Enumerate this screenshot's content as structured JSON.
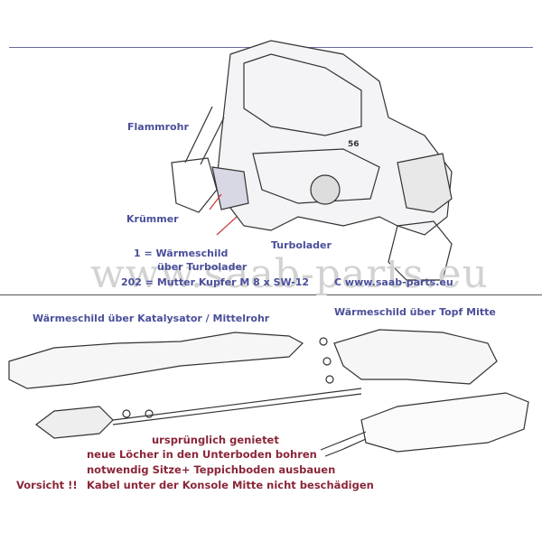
{
  "watermark": "www.saab-parts.eu",
  "engine_section": {
    "labels": {
      "flammrohr": "Flammrohr",
      "kruemmer": "Krümmer",
      "turbolader": "Turbolader",
      "item1_line1": "1  =  Wärmeschild",
      "item1_line2": "über Turbolader",
      "item202": "202   = Mutter Kupfer  M 8 x SW-12",
      "copyright": "C   www.saab-parts.eu",
      "callout_56": "56"
    }
  },
  "exhaust_section": {
    "title_left": "Wärmeschild über Katalysator / Mittelrohr",
    "title_right": "Wärmeschild über Topf Mitte",
    "notes": {
      "line1": "ursprünglich genietet",
      "line2": "neue Löcher in den Unterboden bohren",
      "line3": "notwendig  Sitze+ Teppichboden ausbauen",
      "warning": "Vorsicht !!",
      "line4": "Kabel unter der Konsole Mitte nicht beschädigen"
    }
  },
  "colors": {
    "label_blue": "#4a4f9a",
    "note_red": "#8a2638",
    "rule": "#6a6aa0"
  }
}
